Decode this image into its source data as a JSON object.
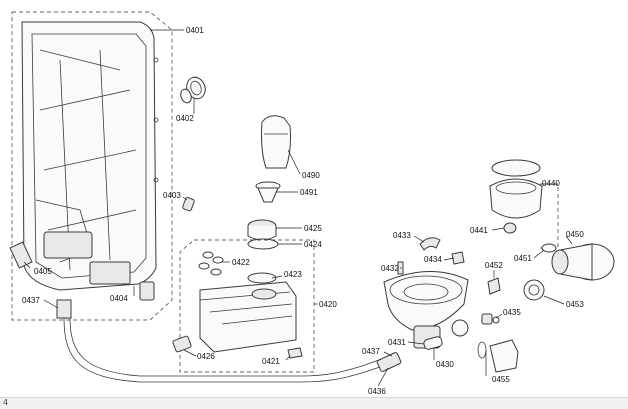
{
  "diagram": {
    "parts": [
      {
        "id": "p0401",
        "label": "0401"
      },
      {
        "id": "p0402",
        "label": "0402"
      },
      {
        "id": "p0403",
        "label": "0403"
      },
      {
        "id": "p0404",
        "label": "0404"
      },
      {
        "id": "p0405",
        "label": "0405"
      },
      {
        "id": "p0437a",
        "label": "0437"
      },
      {
        "id": "p0490",
        "label": "0490"
      },
      {
        "id": "p0491",
        "label": "0491"
      },
      {
        "id": "p0425",
        "label": "0425"
      },
      {
        "id": "p0424",
        "label": "0424"
      },
      {
        "id": "p0422",
        "label": "0422"
      },
      {
        "id": "p0423",
        "label": "0423"
      },
      {
        "id": "p0420",
        "label": "0420"
      },
      {
        "id": "p0426",
        "label": "0426"
      },
      {
        "id": "p0421",
        "label": "0421"
      },
      {
        "id": "p0433",
        "label": "0433"
      },
      {
        "id": "p0432",
        "label": "0432"
      },
      {
        "id": "p0434",
        "label": "0434"
      },
      {
        "id": "p0452",
        "label": "0452"
      },
      {
        "id": "p0440",
        "label": "0440"
      },
      {
        "id": "p0441",
        "label": "0441"
      },
      {
        "id": "p0450",
        "label": "0450"
      },
      {
        "id": "p0451",
        "label": "0451"
      },
      {
        "id": "p0453",
        "label": "0453"
      },
      {
        "id": "p0435",
        "label": "0435"
      },
      {
        "id": "p0455",
        "label": "0455"
      },
      {
        "id": "p0431",
        "label": "0431"
      },
      {
        "id": "p0437b",
        "label": "0437"
      },
      {
        "id": "p0430",
        "label": "0430"
      },
      {
        "id": "p0436",
        "label": "0436"
      }
    ]
  },
  "footer": {
    "mark": "4"
  }
}
